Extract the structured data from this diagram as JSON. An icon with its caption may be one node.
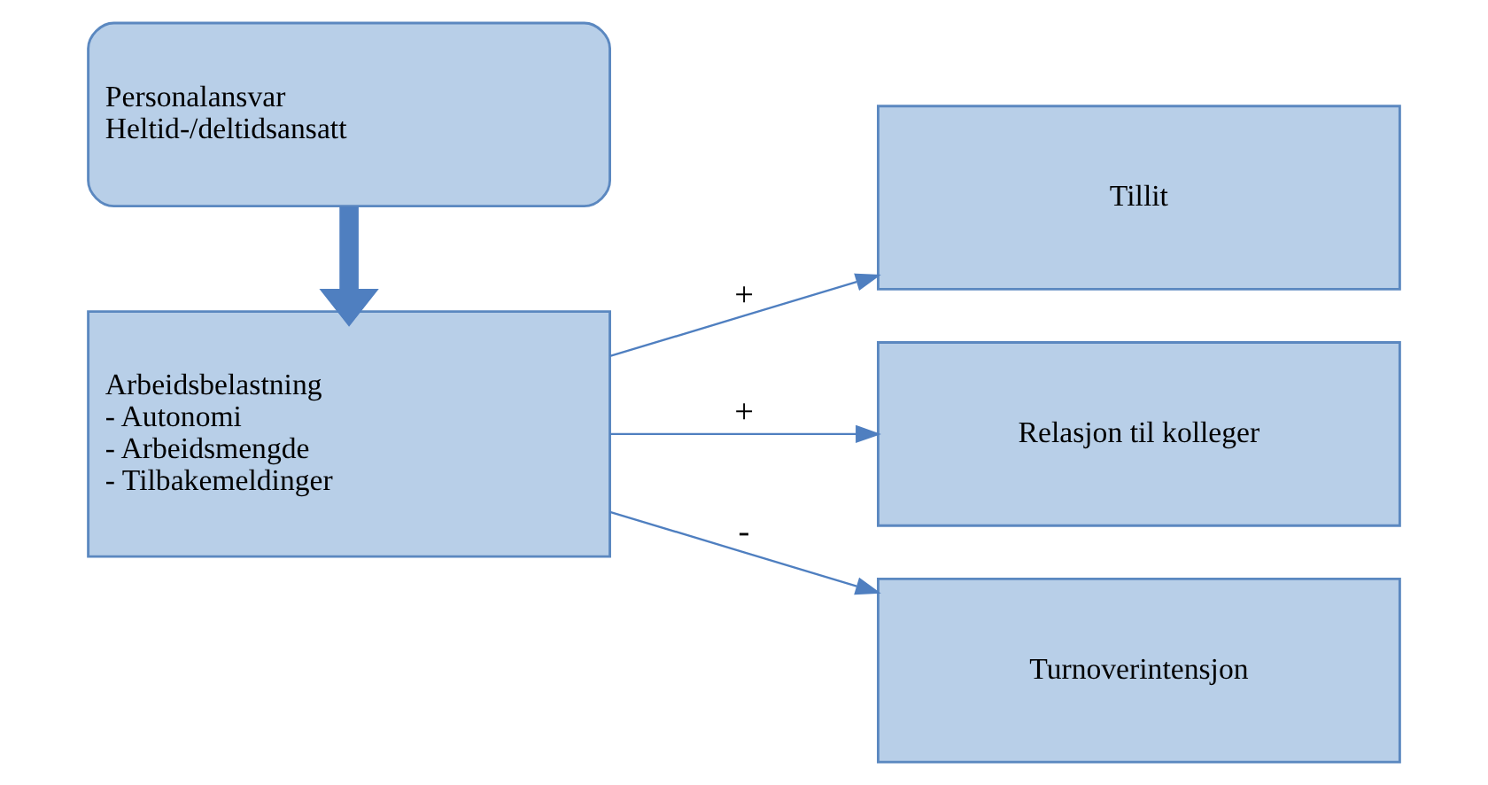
{
  "diagram": {
    "nodes": [
      {
        "text": [
          "Arbeidsbelastning",
          "- Autonomi",
          "- Arbeidsmengde",
          "- Tilbakemeldinger"
        ]
      },
      {
        "text": [
          "Tillit"
        ]
      },
      {
        "text": [
          "Relasjon til kolleger"
        ]
      },
      {
        "text": [
          "Turnoverintensjon"
        ]
      },
      {
        "text": [
          "Personalansvar",
          "Heltid-/deltidsansatt"
        ]
      }
    ],
    "edges": [
      {
        "from": 0,
        "to": 1,
        "arrow": "to",
        "label": "+"
      },
      {
        "from": 0,
        "to": 2,
        "arrow": "to",
        "label": "+"
      },
      {
        "from": 0,
        "to": 3,
        "arrow": "to",
        "label": "-"
      },
      {
        "from": 4,
        "to": 0,
        "arrow": "to",
        "style": "thick"
      }
    ]
  }
}
